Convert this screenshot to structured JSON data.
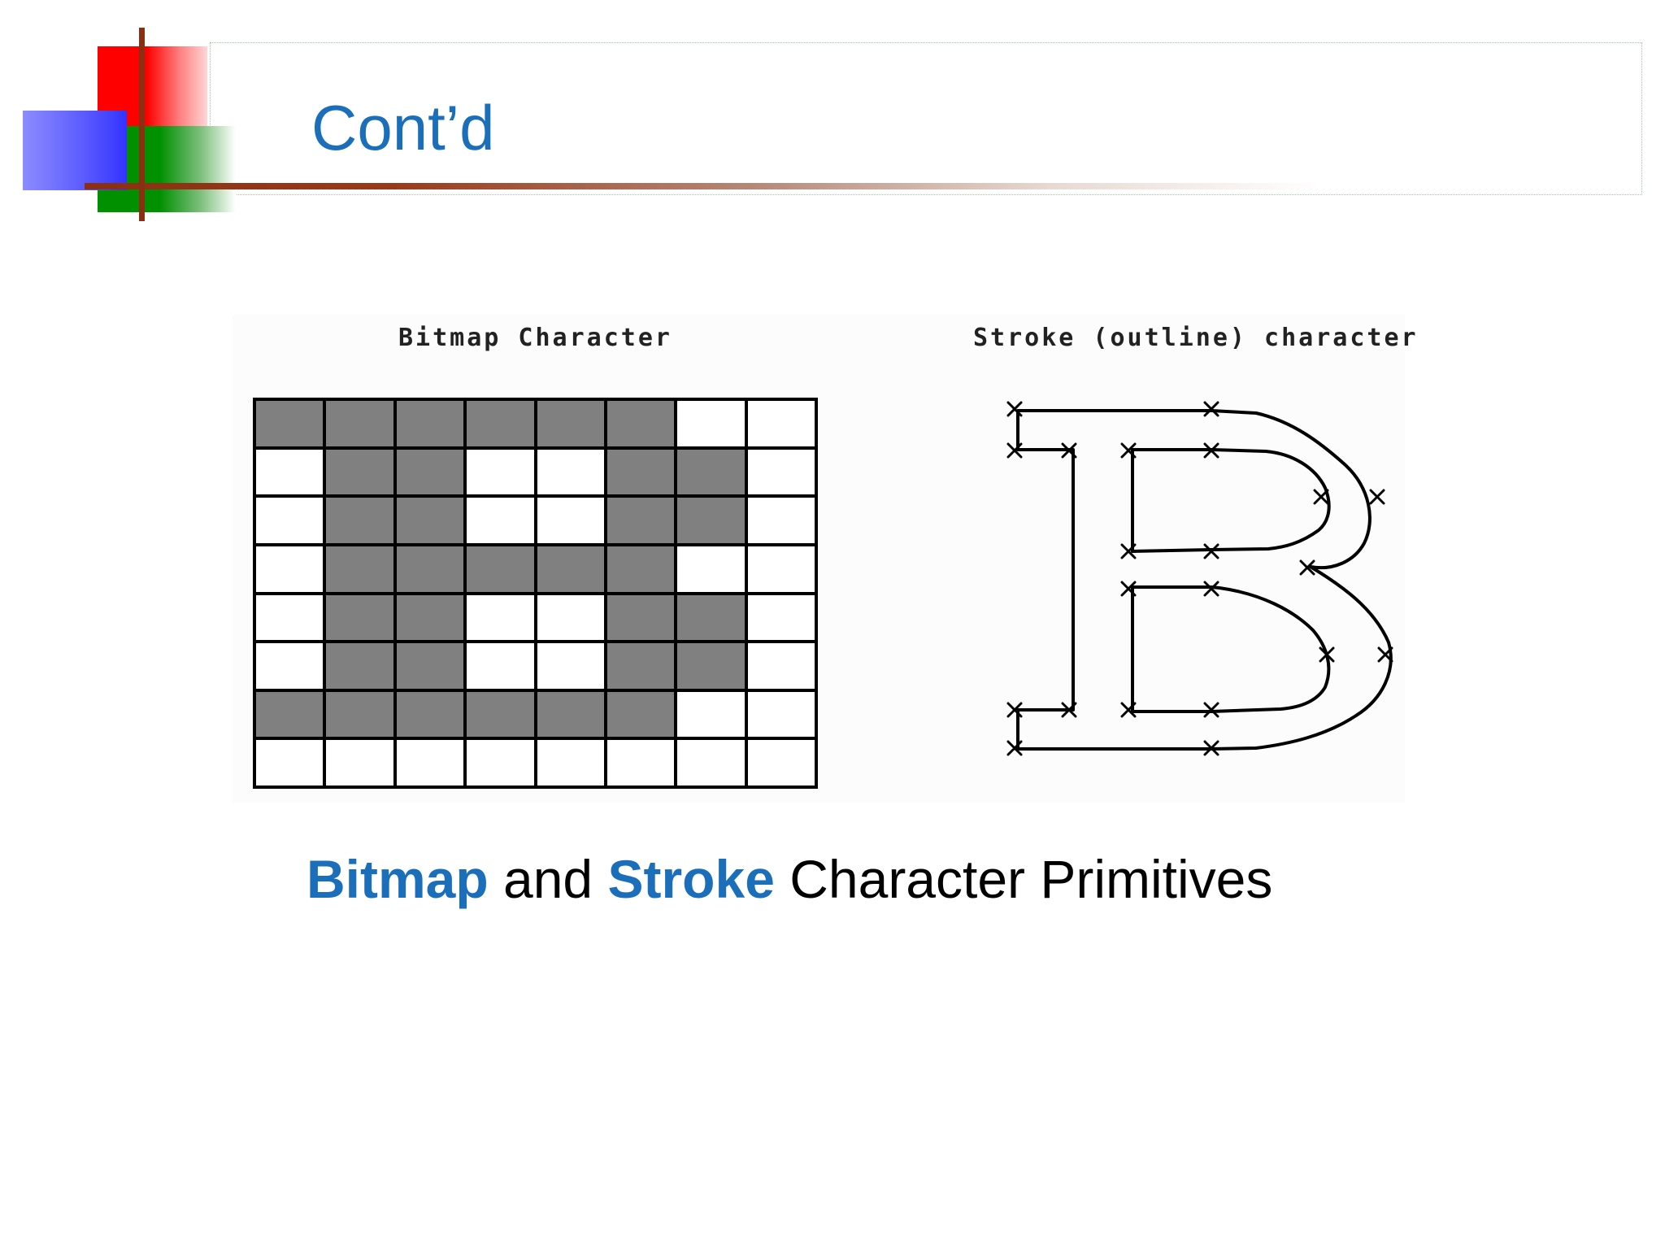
{
  "slide": {
    "title": "Cont’d"
  },
  "figure": {
    "bitmap_label": "Bitmap Character",
    "stroke_label": "Stroke (outline) character",
    "bitmap_rows": [
      [
        1,
        1,
        1,
        1,
        1,
        1,
        0,
        0
      ],
      [
        0,
        1,
        1,
        0,
        0,
        1,
        1,
        0
      ],
      [
        0,
        1,
        1,
        0,
        0,
        1,
        1,
        0
      ],
      [
        0,
        1,
        1,
        1,
        1,
        1,
        0,
        0
      ],
      [
        0,
        1,
        1,
        0,
        0,
        1,
        1,
        0
      ],
      [
        0,
        1,
        1,
        0,
        0,
        1,
        1,
        0
      ],
      [
        1,
        1,
        1,
        1,
        1,
        1,
        0,
        0
      ],
      [
        0,
        0,
        0,
        0,
        0,
        0,
        0,
        0
      ]
    ],
    "stroke_glyph": "B"
  },
  "caption": {
    "word1": "Bitmap",
    "word2": " and ",
    "word3": "Stroke",
    "word4": " Character Primitives"
  },
  "colors": {
    "accent": "#1b6fba",
    "pixel_on": "#808080",
    "pixel_off": "#ffffff"
  }
}
